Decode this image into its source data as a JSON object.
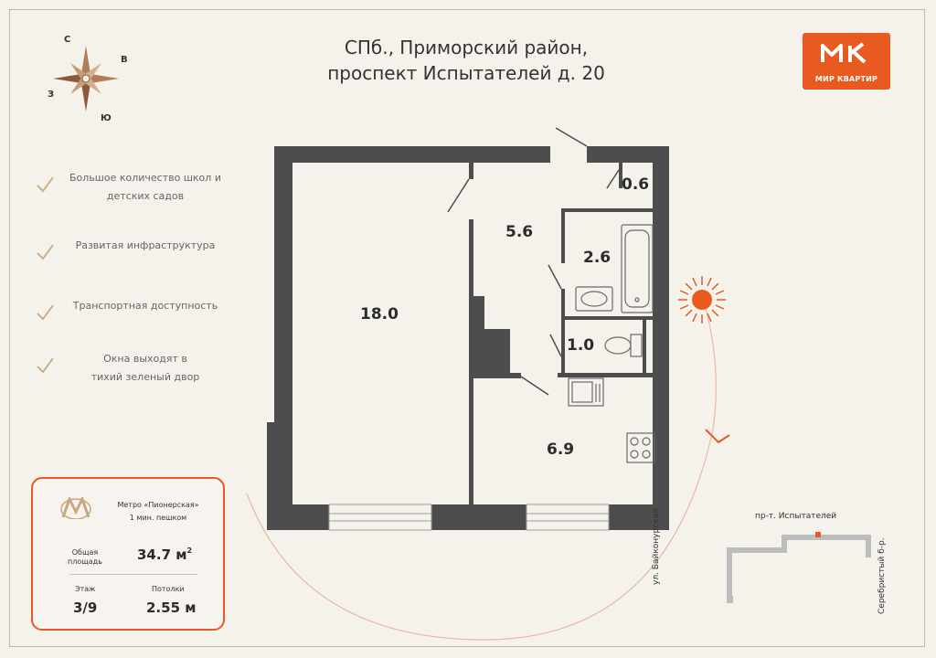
{
  "header": {
    "line1": "СПб., Приморский район,",
    "line2": "проспект Испытателей д. 20"
  },
  "logo": {
    "mark": "МК",
    "text": "МИР КВАРТИР",
    "color": "#e85a1f"
  },
  "compass": {
    "north": "С",
    "east": "В",
    "south": "Ю",
    "west": "З"
  },
  "features": [
    {
      "line1": "Большое количество школ и",
      "line2": "детских садов"
    },
    {
      "line1": "Развитая инфраструктура",
      "line2": ""
    },
    {
      "line1": "Транспортная доступность",
      "line2": ""
    },
    {
      "line1": "Окна выходят в",
      "line2": "тихий зеленый двор"
    }
  ],
  "info": {
    "metro_line1": "Метро «Пионерская»",
    "metro_line2": "1 мин. пешком",
    "area_label_line1": "Общая",
    "area_label_line2": "площадь",
    "area_value": "34.7 м",
    "area_sup": "2",
    "floor_label": "Этаж",
    "floor_value": "3/9",
    "ceiling_label": "Потолки",
    "ceiling_value": "2.55 м"
  },
  "rooms": {
    "living": "18.0",
    "hall": "5.6",
    "closet": "0.6",
    "bath": "2.6",
    "wc": "1.0",
    "kitchen": "6.9"
  },
  "map": {
    "street_top": "пр-т. Испытателей",
    "street_left": "ул. Байконурская",
    "street_right": "Серебристый б-р."
  },
  "colors": {
    "accent": "#e85a1f",
    "wall": "#4d4d4d",
    "background": "#f5f2ec"
  }
}
